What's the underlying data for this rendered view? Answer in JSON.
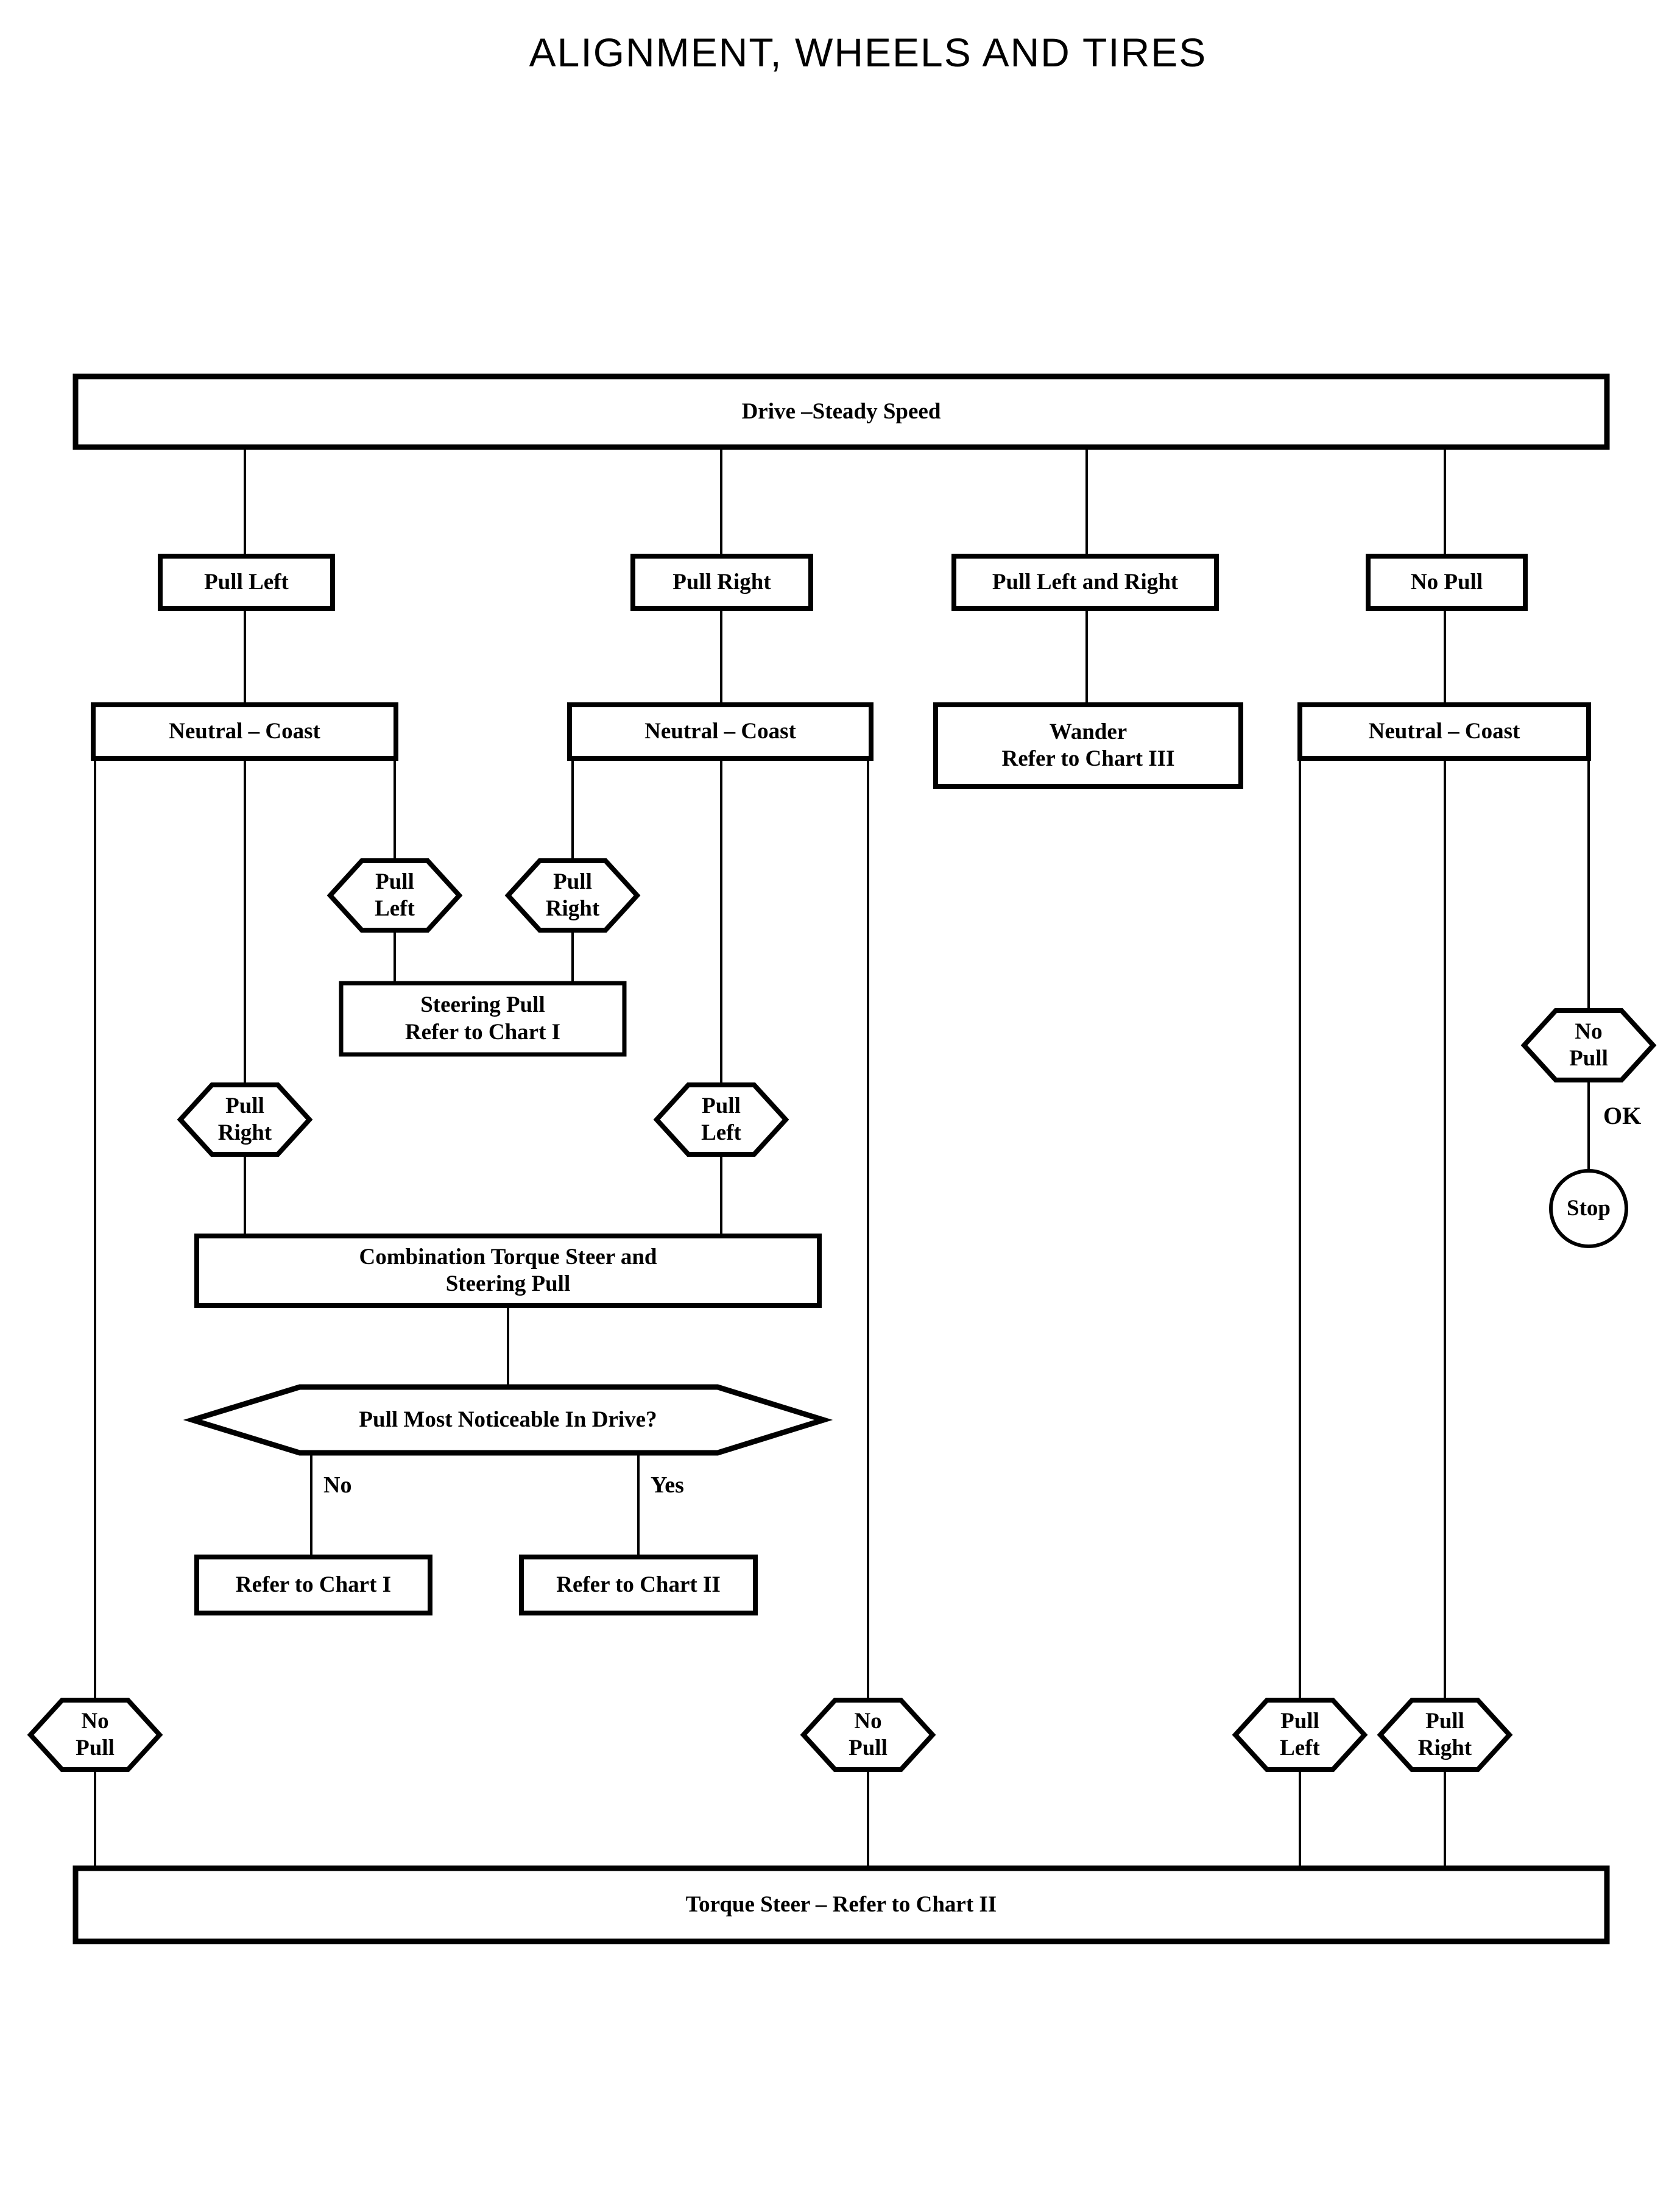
{
  "title": "ALIGNMENT, WHEELS AND TIRES",
  "colors": {
    "ink": "#000000",
    "paper": "#ffffff"
  },
  "flowchart": {
    "nodes": {
      "drive": {
        "type": "process",
        "label": "Drive –Steady Speed"
      },
      "pull_left": {
        "type": "process",
        "label": "Pull Left"
      },
      "pull_right": {
        "type": "process",
        "label": "Pull Right"
      },
      "pull_left_and_right": {
        "type": "process",
        "label": "Pull Left and Right"
      },
      "no_pull": {
        "type": "process",
        "label": "No Pull"
      },
      "neutral_coast_1": {
        "type": "process",
        "label": "Neutral – Coast"
      },
      "neutral_coast_2": {
        "type": "process",
        "label": "Neutral – Coast"
      },
      "wander": {
        "type": "process",
        "label": "Wander\nRefer to Chart III"
      },
      "neutral_coast_3": {
        "type": "process",
        "label": "Neutral – Coast"
      },
      "hex_pull_left_top": {
        "type": "condition",
        "label": "Pull\nLeft"
      },
      "hex_pull_right_top": {
        "type": "condition",
        "label": "Pull\nRight"
      },
      "steering_pull": {
        "type": "process",
        "label": "Steering Pull\nRefer to Chart I"
      },
      "hex_pull_right_mid": {
        "type": "condition",
        "label": "Pull\nRight"
      },
      "hex_pull_left_mid": {
        "type": "condition",
        "label": "Pull\nLeft"
      },
      "combination": {
        "type": "process",
        "label": "Combination Torque Steer and\nSteering Pull"
      },
      "decision": {
        "type": "decision",
        "label": "Pull Most Noticeable In Drive?"
      },
      "refer_chart_1": {
        "type": "process",
        "label": "Refer to Chart I"
      },
      "refer_chart_2": {
        "type": "process",
        "label": "Refer to Chart II"
      },
      "no_pull_bottom_left": {
        "type": "condition",
        "label": "No\nPull"
      },
      "no_pull_bottom_mid": {
        "type": "condition",
        "label": "No\nPull"
      },
      "pull_left_bottom": {
        "type": "condition",
        "label": "Pull\nLeft"
      },
      "pull_right_bottom": {
        "type": "condition",
        "label": "Pull\nRight"
      },
      "no_pull_right": {
        "type": "condition",
        "label": "No\nPull"
      },
      "stop": {
        "type": "terminator",
        "label": "Stop"
      },
      "torque_steer": {
        "type": "process",
        "label": "Torque Steer – Refer to Chart II"
      }
    },
    "edge_labels": {
      "no": "No",
      "yes": "Yes",
      "ok": "OK"
    },
    "edges": [
      {
        "from": "drive",
        "to": "pull_left"
      },
      {
        "from": "drive",
        "to": "pull_right"
      },
      {
        "from": "drive",
        "to": "pull_left_and_right"
      },
      {
        "from": "drive",
        "to": "no_pull"
      },
      {
        "from": "pull_left",
        "to": "neutral_coast_1"
      },
      {
        "from": "pull_right",
        "to": "neutral_coast_2"
      },
      {
        "from": "pull_left_and_right",
        "to": "wander"
      },
      {
        "from": "no_pull",
        "to": "neutral_coast_3"
      },
      {
        "from": "neutral_coast_1",
        "to": "no_pull_bottom_left"
      },
      {
        "from": "neutral_coast_1",
        "to": "hex_pull_right_mid"
      },
      {
        "from": "neutral_coast_1",
        "to": "hex_pull_left_top"
      },
      {
        "from": "neutral_coast_2",
        "to": "hex_pull_right_top"
      },
      {
        "from": "neutral_coast_2",
        "to": "hex_pull_left_mid"
      },
      {
        "from": "neutral_coast_2",
        "to": "no_pull_bottom_mid"
      },
      {
        "from": "hex_pull_left_top",
        "to": "steering_pull"
      },
      {
        "from": "hex_pull_right_top",
        "to": "steering_pull"
      },
      {
        "from": "hex_pull_right_mid",
        "to": "combination"
      },
      {
        "from": "hex_pull_left_mid",
        "to": "combination"
      },
      {
        "from": "combination",
        "to": "decision"
      },
      {
        "from": "decision",
        "to": "refer_chart_1",
        "label": "No"
      },
      {
        "from": "decision",
        "to": "refer_chart_2",
        "label": "Yes"
      },
      {
        "from": "neutral_coast_3",
        "to": "pull_left_bottom"
      },
      {
        "from": "neutral_coast_3",
        "to": "pull_right_bottom"
      },
      {
        "from": "neutral_coast_3",
        "to": "no_pull_right"
      },
      {
        "from": "no_pull_right",
        "to": "stop",
        "label": "OK"
      },
      {
        "from": "no_pull_bottom_left",
        "to": "torque_steer"
      },
      {
        "from": "no_pull_bottom_mid",
        "to": "torque_steer"
      },
      {
        "from": "pull_left_bottom",
        "to": "torque_steer"
      },
      {
        "from": "pull_right_bottom",
        "to": "torque_steer"
      }
    ]
  }
}
